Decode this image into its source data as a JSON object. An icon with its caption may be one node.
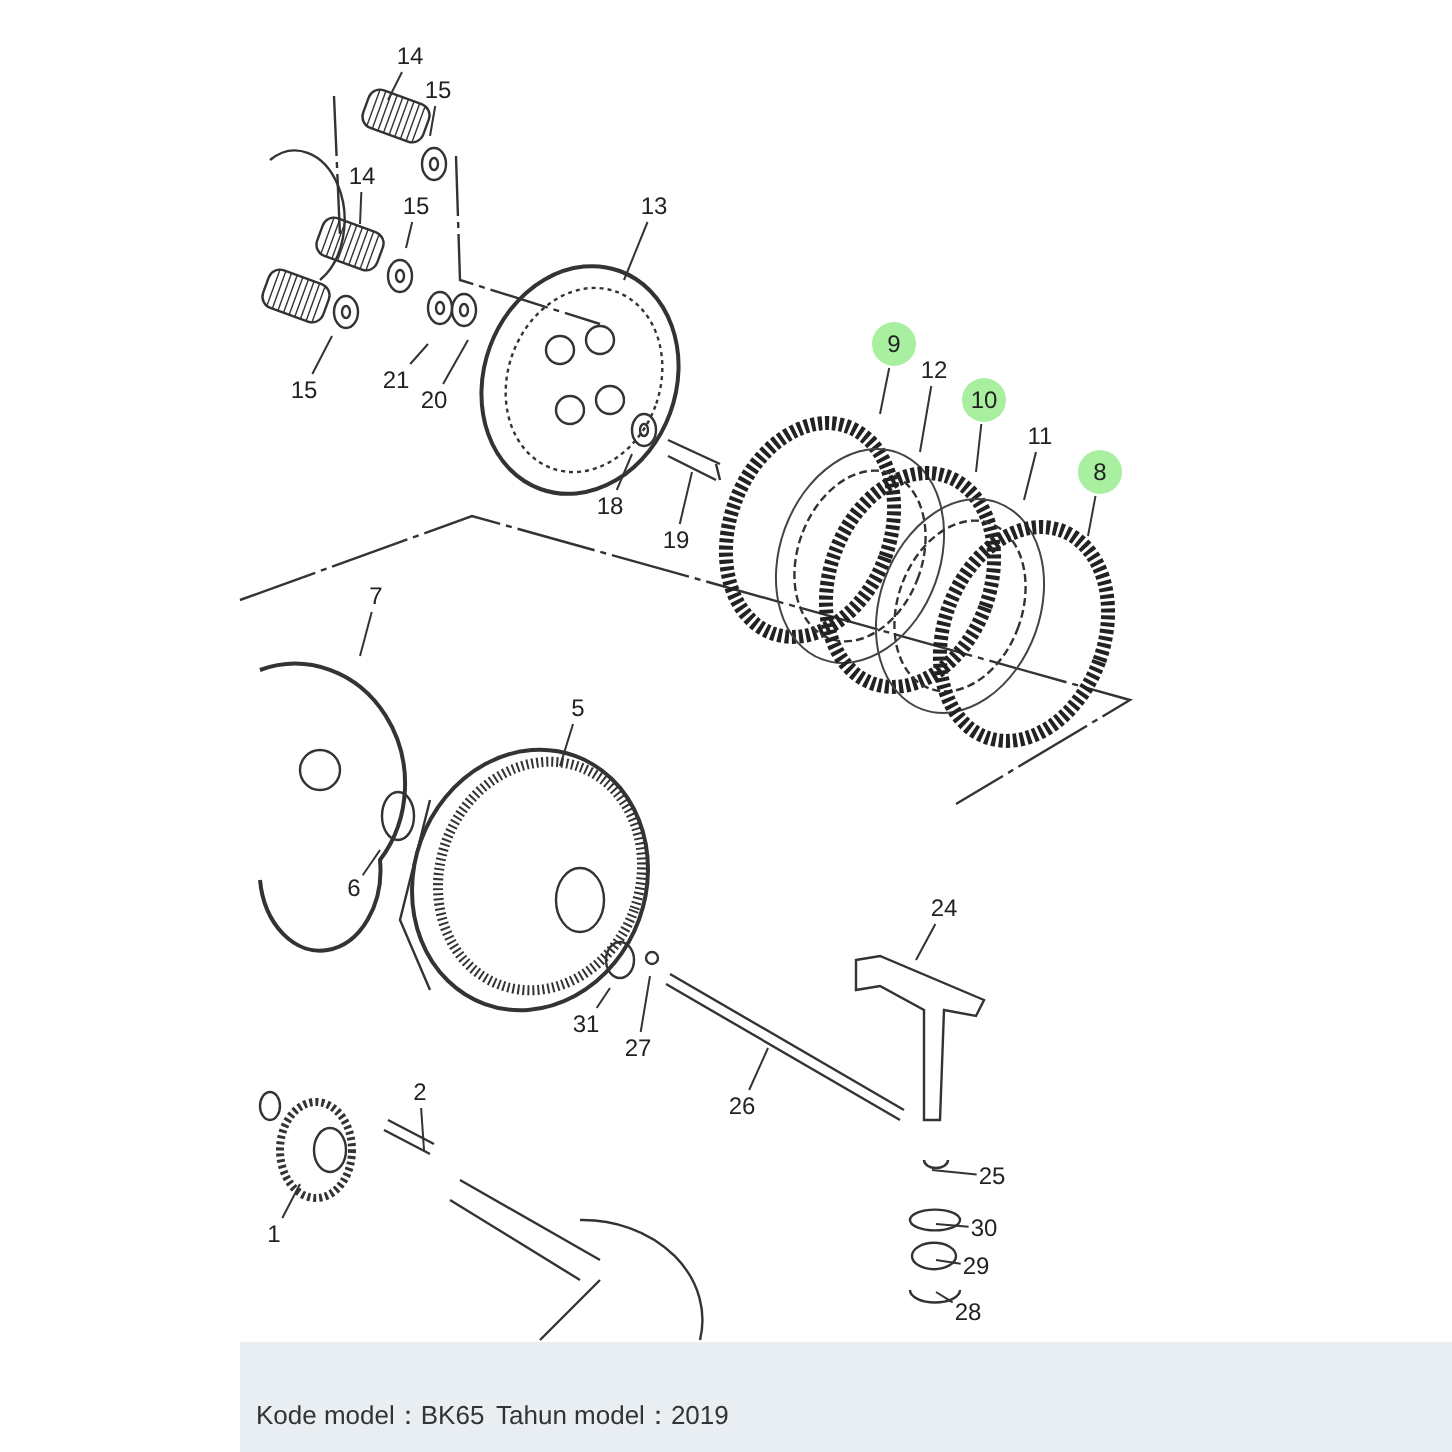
{
  "diagram": {
    "nodes": [
      {
        "text": [
          "14"
        ]
      },
      {
        "text": [
          "15"
        ]
      },
      {
        "text": [
          "14"
        ]
      },
      {
        "text": [
          "15"
        ]
      },
      {
        "text": [
          "13"
        ]
      },
      {
        "text": [
          "9"
        ]
      },
      {
        "text": [
          "21"
        ]
      },
      {
        "text": [
          "20"
        ]
      },
      {
        "text": [
          "15"
        ]
      },
      {
        "text": [
          "12"
        ]
      },
      {
        "text": [
          "10"
        ]
      },
      {
        "text": [
          "11"
        ]
      },
      {
        "text": [
          "8"
        ]
      },
      {
        "text": [
          "18"
        ]
      },
      {
        "text": [
          "19"
        ]
      },
      {
        "text": [
          "7"
        ]
      },
      {
        "text": [
          "5"
        ]
      },
      {
        "text": [
          "6"
        ]
      },
      {
        "text": [
          "24"
        ]
      },
      {
        "text": [
          "31"
        ]
      },
      {
        "text": [
          "27"
        ]
      },
      {
        "text": [
          "26"
        ]
      },
      {
        "text": [
          "2"
        ]
      },
      {
        "text": [
          "25"
        ]
      },
      {
        "text": [
          "30"
        ]
      },
      {
        "text": [
          "1"
        ]
      },
      {
        "text": [
          "29"
        ]
      },
      {
        "text": [
          "28"
        ]
      }
    ],
    "edges": [
      {
        "from": 0,
        "to": null,
        "arrow": "none"
      },
      {
        "from": 1,
        "to": null,
        "arrow": "none"
      },
      {
        "from": 2,
        "to": null,
        "arrow": "none"
      },
      {
        "from": 3,
        "to": null,
        "arrow": "none"
      },
      {
        "from": 4,
        "to": null,
        "arrow": "none"
      },
      {
        "from": 5,
        "to": null,
        "arrow": "none"
      },
      {
        "from": 6,
        "to": null,
        "arrow": "none"
      },
      {
        "from": 7,
        "to": null,
        "arrow": "none"
      },
      {
        "from": 8,
        "to": null,
        "arrow": "none"
      },
      {
        "from": 9,
        "to": null,
        "arrow": "none"
      },
      {
        "from": 10,
        "to": null,
        "arrow": "none"
      },
      {
        "from": 11,
        "to": null,
        "arrow": "none"
      },
      {
        "from": 12,
        "to": null,
        "arrow": "none"
      },
      {
        "from": 13,
        "to": null,
        "arrow": "none"
      },
      {
        "from": 14,
        "to": null,
        "arrow": "none"
      },
      {
        "from": 15,
        "to": null,
        "arrow": "none"
      },
      {
        "from": 16,
        "to": null,
        "arrow": "none"
      },
      {
        "from": 17,
        "to": null,
        "arrow": "none"
      },
      {
        "from": 18,
        "to": null,
        "arrow": "none"
      },
      {
        "from": 19,
        "to": null,
        "arrow": "none"
      },
      {
        "from": 20,
        "to": null,
        "arrow": "none"
      },
      {
        "from": 21,
        "to": null,
        "arrow": "none"
      },
      {
        "from": 22,
        "to": null,
        "arrow": "none"
      },
      {
        "from": 23,
        "to": null,
        "arrow": "none"
      },
      {
        "from": 24,
        "to": null,
        "arrow": "none"
      },
      {
        "from": 25,
        "to": null,
        "arrow": "none"
      },
      {
        "from": 26,
        "to": null,
        "arrow": "none"
      },
      {
        "from": 27,
        "to": null,
        "arrow": "none"
      }
    ],
    "labels": [
      "Kode model：BK65",
      "Tahun model：2019"
    ]
  }
}
